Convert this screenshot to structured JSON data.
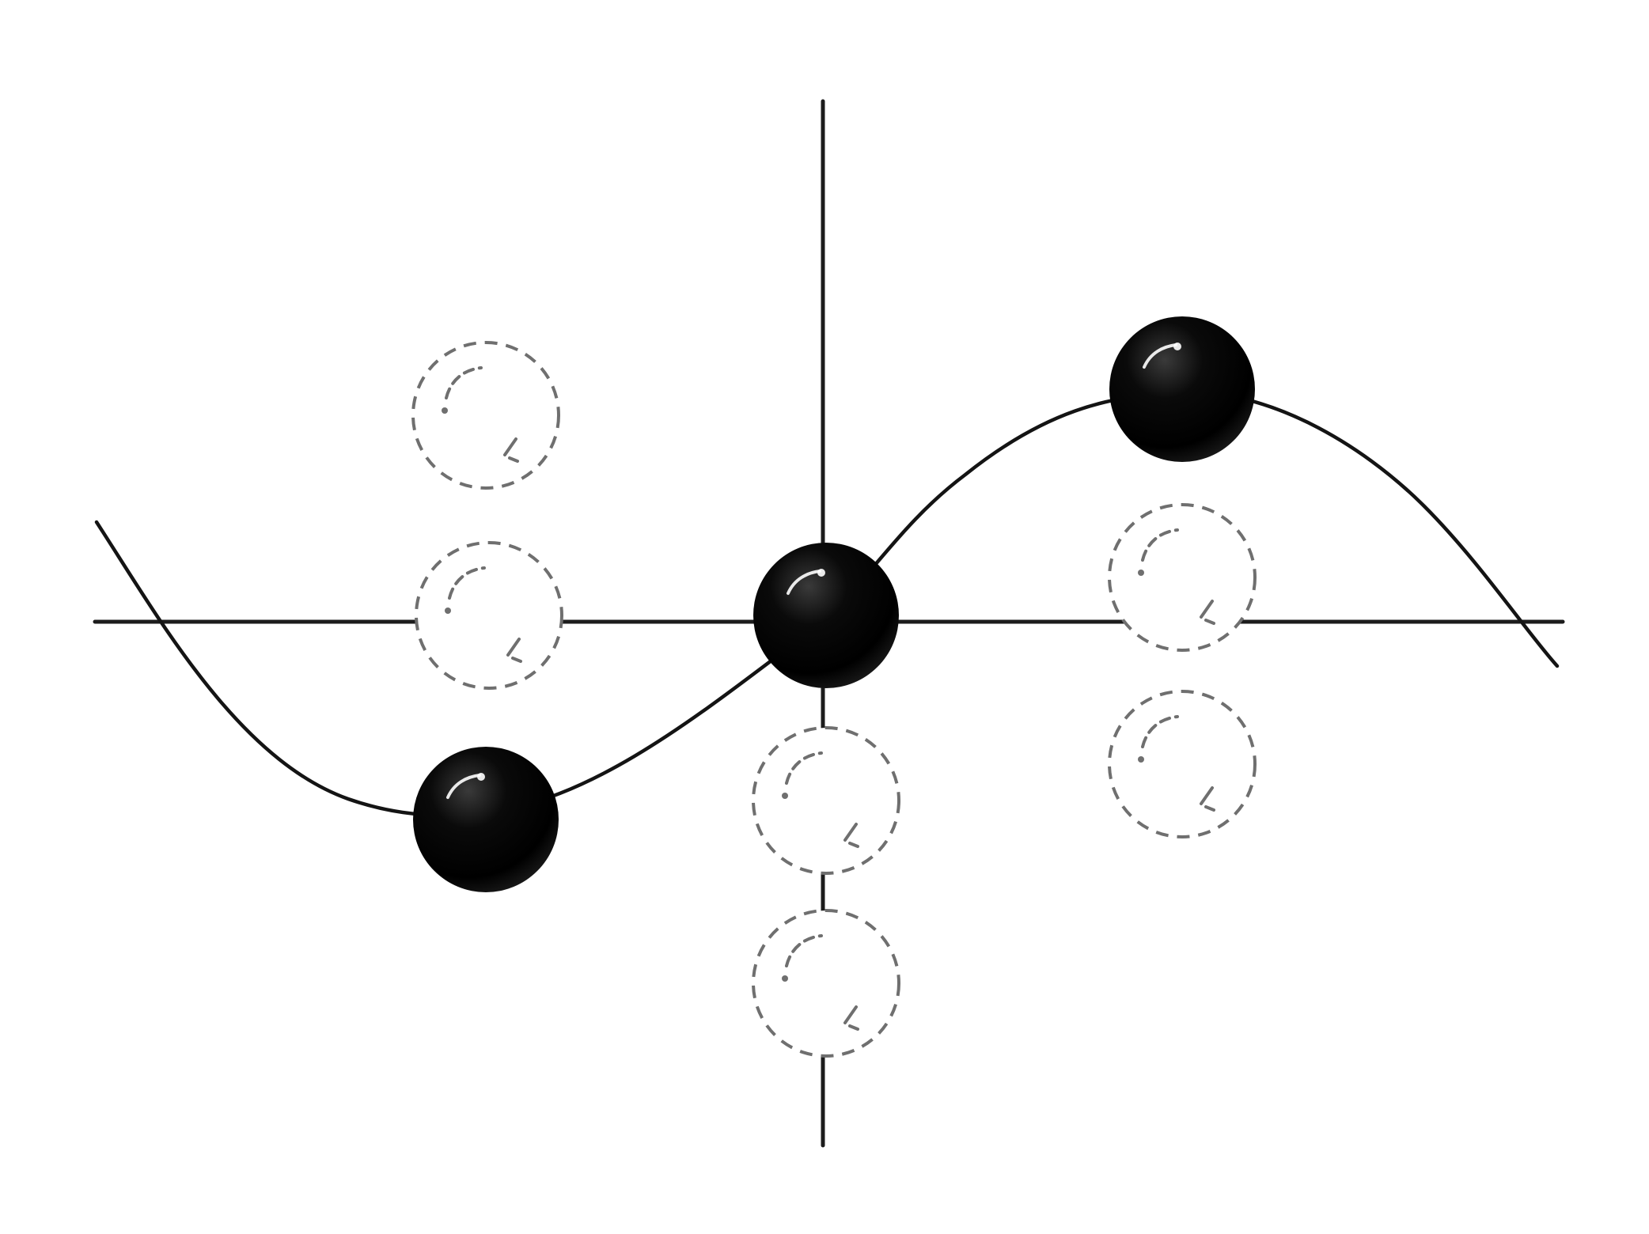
{
  "diagram": {
    "type": "sine-wave-with-markers",
    "colors": {
      "background": "#ffffff",
      "axis": "#1c1c1c",
      "curve": "#141414",
      "filled_ball": "#000000",
      "ghost_ring": "#6f6f6f"
    },
    "filled_balls": [
      "trough",
      "zero-crossing",
      "crest"
    ],
    "ghost_balls": [
      "left-upper",
      "left-on-axis",
      "center-below-1",
      "center-below-2",
      "right-on-axis",
      "right-below"
    ]
  }
}
